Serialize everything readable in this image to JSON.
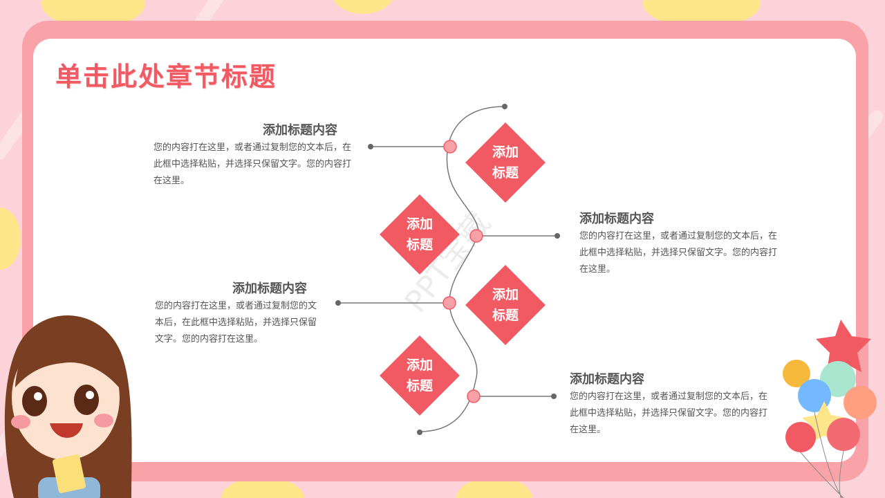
{
  "slide": {
    "title": "单击此处章节标题",
    "watermark": "PPT宝藏",
    "items": [
      {
        "title": "添加标题内容",
        "body": "您的内容打在这里，或者通过复制您的文本后，在此框中选择粘贴，并选择只保留文字。您的内容打在这里。"
      },
      {
        "title": "添加标题内容",
        "body": "您的内容打在这里，或者通过复制您的文本后，在此框中选择粘贴，并选择只保留文字。您的内容打在这里。"
      },
      {
        "title": "添加标题内容",
        "body": "您的内容打在这里，或者通过复制您的文本后，在此框中选择粘贴，并选择只保留文字。您的内容打在这里。"
      },
      {
        "title": "添加标题内容",
        "body": "您的内容打在这里，或者通过复制您的文本后，在此框中选择粘贴，并选择只保留文字。您的内容打在这里。"
      }
    ],
    "diamonds": [
      {
        "line1": "添加",
        "line2": "标题"
      },
      {
        "line1": "添加",
        "line2": "标题"
      },
      {
        "line1": "添加",
        "line2": "标题"
      },
      {
        "line1": "添加",
        "line2": "标题"
      }
    ]
  },
  "colors": {
    "accent": "#f25a63",
    "frame": "#f9a3a8",
    "background": "#fbd3d8",
    "node": "#f7a0a5",
    "text": "#555555"
  },
  "decorations": [
    "cartoon-girl-illustration",
    "balloons-illustration"
  ]
}
